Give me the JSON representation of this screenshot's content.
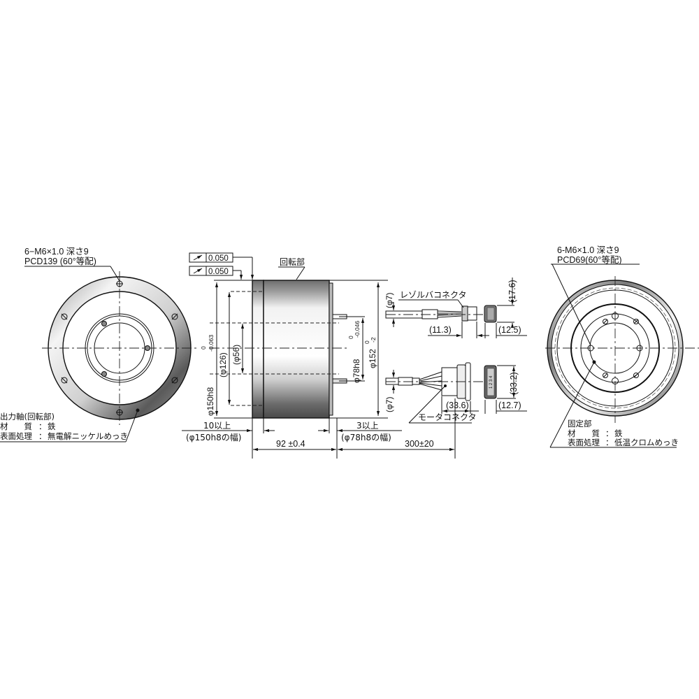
{
  "title": "Hollow rotary actuator outline drawing",
  "left_view": {
    "callout_line1": "6−M6×1.0 深さ9",
    "callout_line2": "PCD139 (60°等配)",
    "note_title": "出力軸(回転部)",
    "material_label": "材　　質",
    "material_value": "鉄",
    "surface_label": "表面処理",
    "surface_value": "無電解ニッケルめっき"
  },
  "side_view": {
    "runout1": "0.050",
    "runout2": "0.050",
    "rotating_label": "回転部",
    "dim_d150": "φ150h8",
    "dim_d150_tol_upper": "0",
    "dim_d150_tol_lower": "-0.063",
    "dim_d126": "(φ126)",
    "dim_d56": "(φ56)",
    "dim_d78": "φ78h8",
    "dim_d78_tol_upper": "0",
    "dim_d78_tol_lower": "-0.046",
    "dim_d152": "φ152",
    "dim_d152_tol_upper": "0",
    "dim_d152_tol_lower": "-2",
    "left_min": "10以上",
    "left_min_note": "(φ150h8の幅)",
    "right_min": "3以上",
    "right_min_note": "(φ78h8の幅)",
    "length": "92 ±0.4",
    "cable_length": "300±20"
  },
  "connectors": {
    "resolver_label": "レゾルバコネクタ",
    "resolver_cable_d": "(φ7)",
    "resolver_len": "(11.3)",
    "resolver_face_w": "(12.5)",
    "resolver_face_h": "(17.6)",
    "motor_label": "モータコネクタ",
    "motor_cable_d": "(φ7)",
    "motor_len": "(33.6)",
    "motor_face_w": "(12.7)",
    "motor_face_h": "(33.2)",
    "motor_face_text": "1 2 3 4"
  },
  "right_view": {
    "callout_line1": "6-M6×1.0 深さ9",
    "callout_line2": "PCD69(60°等配)",
    "note_title": "固定部",
    "material_label": "材　　質",
    "material_value": "鉄",
    "surface_label": "表面処理",
    "surface_value": "低温クロムめっき"
  }
}
